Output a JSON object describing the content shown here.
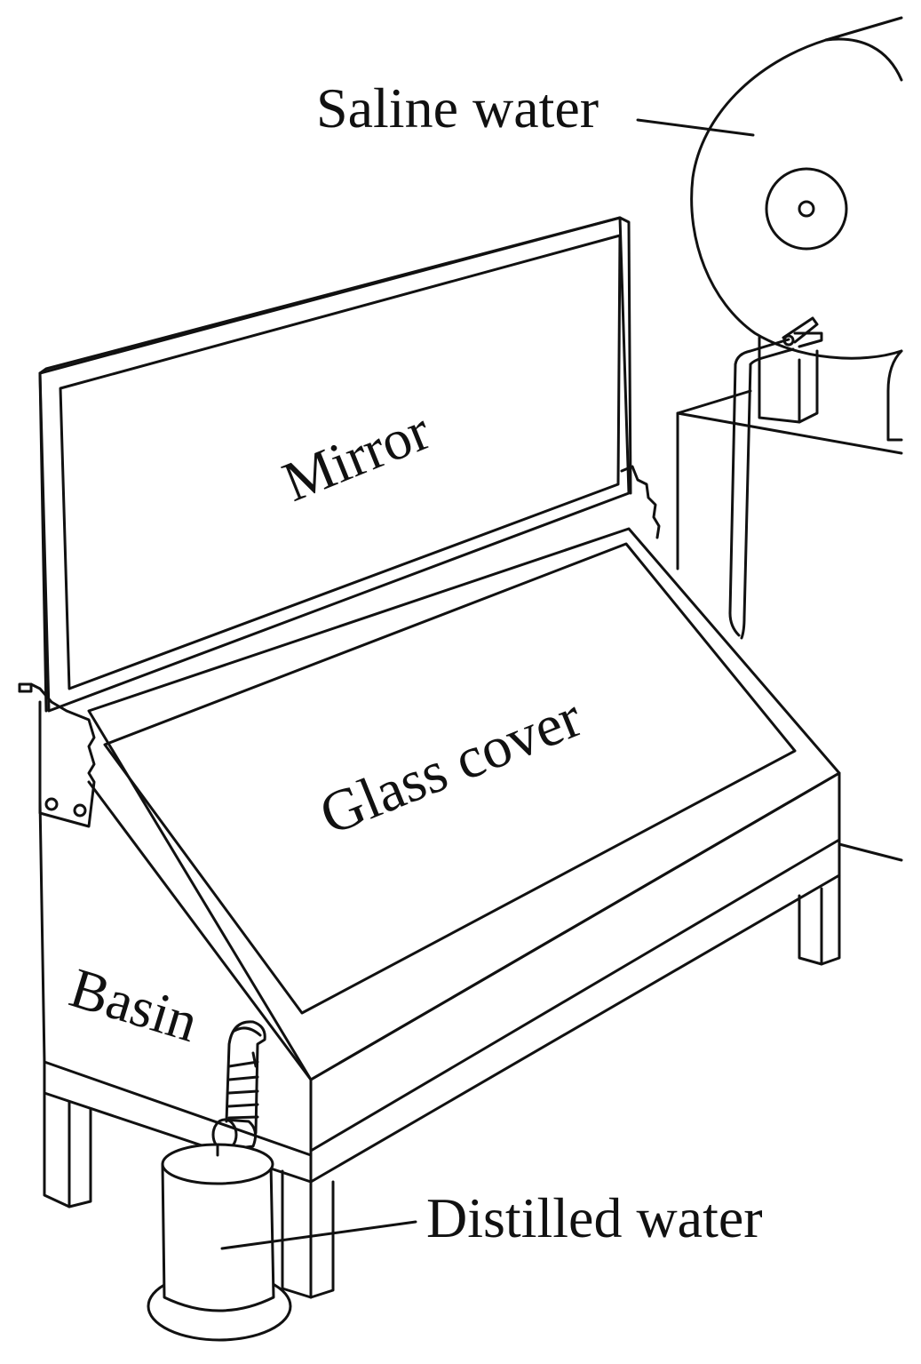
{
  "diagram": {
    "labels": {
      "saline_water": "Saline water",
      "mirror": "Mirror",
      "glass_cover": "Glass cover",
      "basin": "Basin",
      "distilled_water": "Distilled water"
    }
  }
}
